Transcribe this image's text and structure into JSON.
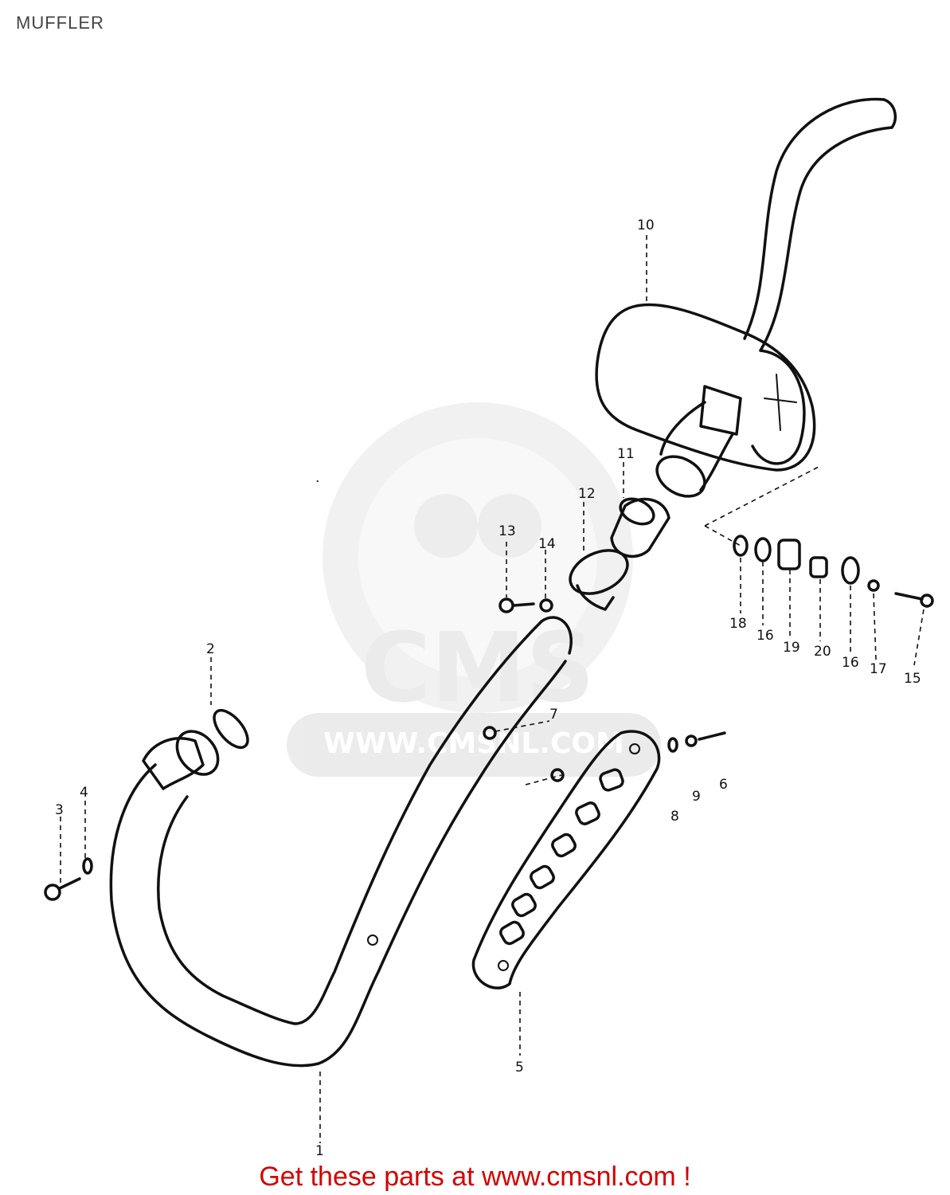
{
  "title": "MUFFLER",
  "watermark": {
    "brand": "CMS",
    "url": "WWW.CMSNL.COM",
    "color": "#e8e8e8"
  },
  "callouts": [
    {
      "id": "c1",
      "text": "1"
    },
    {
      "id": "c2",
      "text": "2"
    },
    {
      "id": "c3",
      "text": "3"
    },
    {
      "id": "c4",
      "text": "4"
    },
    {
      "id": "c5",
      "text": "5"
    },
    {
      "id": "c6",
      "text": "6"
    },
    {
      "id": "c7",
      "text": "7"
    },
    {
      "id": "c8",
      "text": "8"
    },
    {
      "id": "c9",
      "text": "9"
    },
    {
      "id": "c10",
      "text": "10"
    },
    {
      "id": "c11",
      "text": "11"
    },
    {
      "id": "c12",
      "text": "12"
    },
    {
      "id": "c13",
      "text": "13"
    },
    {
      "id": "c14",
      "text": "14"
    },
    {
      "id": "c15",
      "text": "15"
    },
    {
      "id": "c16a",
      "text": "16"
    },
    {
      "id": "c16b",
      "text": "16"
    },
    {
      "id": "c17",
      "text": "17"
    },
    {
      "id": "c18",
      "text": "18"
    },
    {
      "id": "c19",
      "text": "19"
    },
    {
      "id": "c20",
      "text": "20"
    }
  ],
  "footer": "Get these parts at www.cmsnl.com !",
  "colors": {
    "lines": "#111111",
    "footer": "#d40000"
  }
}
